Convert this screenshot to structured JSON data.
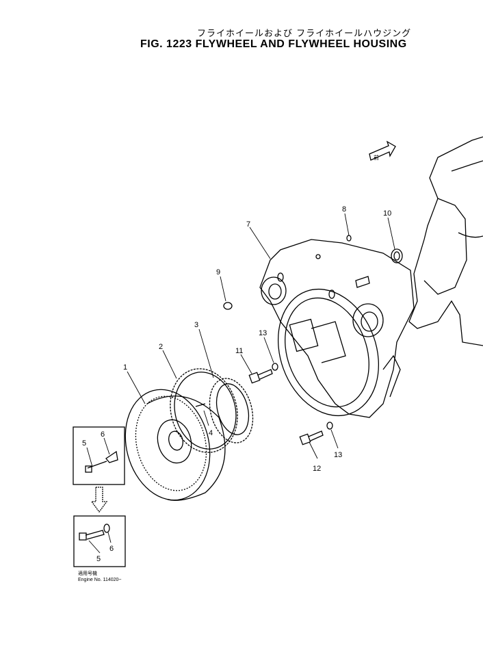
{
  "title_jp": "フライホイールおよび フライホイールハウジング",
  "title_en": "FIG. 1223  FLYWHEEL AND FLYWHEEL HOUSING",
  "callouts": [
    "1",
    "2",
    "3",
    "4",
    "5",
    "6",
    "7",
    "8",
    "9",
    "10",
    "11",
    "12",
    "13",
    "13",
    "5",
    "6"
  ],
  "inset_note_jp": "適用号機",
  "inset_note_en": "Engine  No. 114020~",
  "front_arrow_label": "前"
}
